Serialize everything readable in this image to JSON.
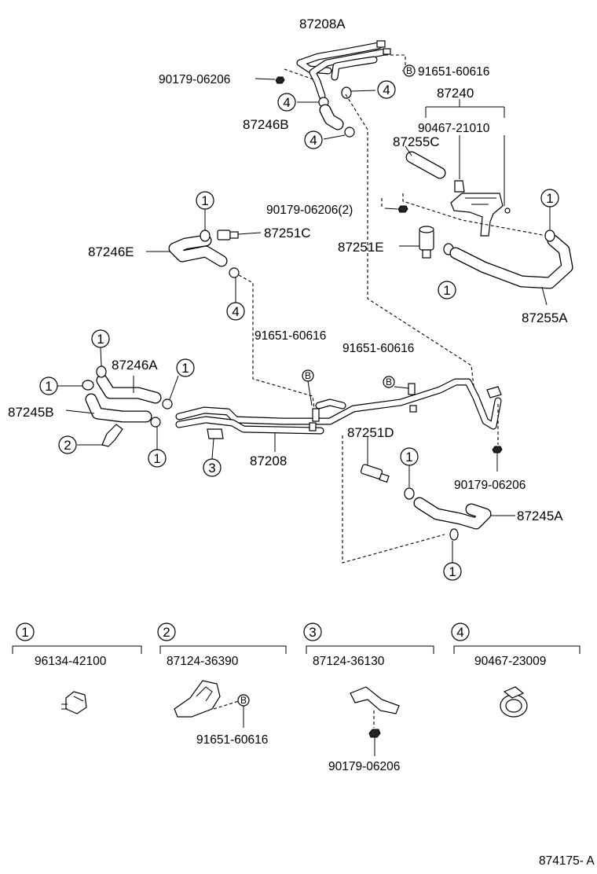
{
  "callouts": {
    "p87208A": "87208A",
    "p91651_top": "91651-60616",
    "p90179_top": "90179-06206",
    "p87240": "87240",
    "p90467_21010": "90467-21010",
    "p87246B": "87246B",
    "p87255C": "87255C",
    "p90179_2": "90179-06206(2)",
    "p87251C": "87251C",
    "p87246E": "87246E",
    "p87251E": "87251E",
    "p87255A": "87255A",
    "p91651_mid_left": "91651-60616",
    "p91651_mid_right": "91651-60616",
    "p87246A": "87246A",
    "p87245B": "87245B",
    "p87208": "87208",
    "p87251D": "87251D",
    "p90179_right": "90179-06206",
    "p87245A": "87245A",
    "b_mark": "B"
  },
  "ref_marks": {
    "one": "1",
    "two": "2",
    "three": "3",
    "four": "4"
  },
  "legend": [
    {
      "ref": "1",
      "part": "96134-42100"
    },
    {
      "ref": "2",
      "part": "87124-36390",
      "sub_part": "91651-60616"
    },
    {
      "ref": "3",
      "part": "87124-36130",
      "sub_part": "90179-06206"
    },
    {
      "ref": "4",
      "part": "90467-23009"
    }
  ],
  "figure_id": "874175- A"
}
